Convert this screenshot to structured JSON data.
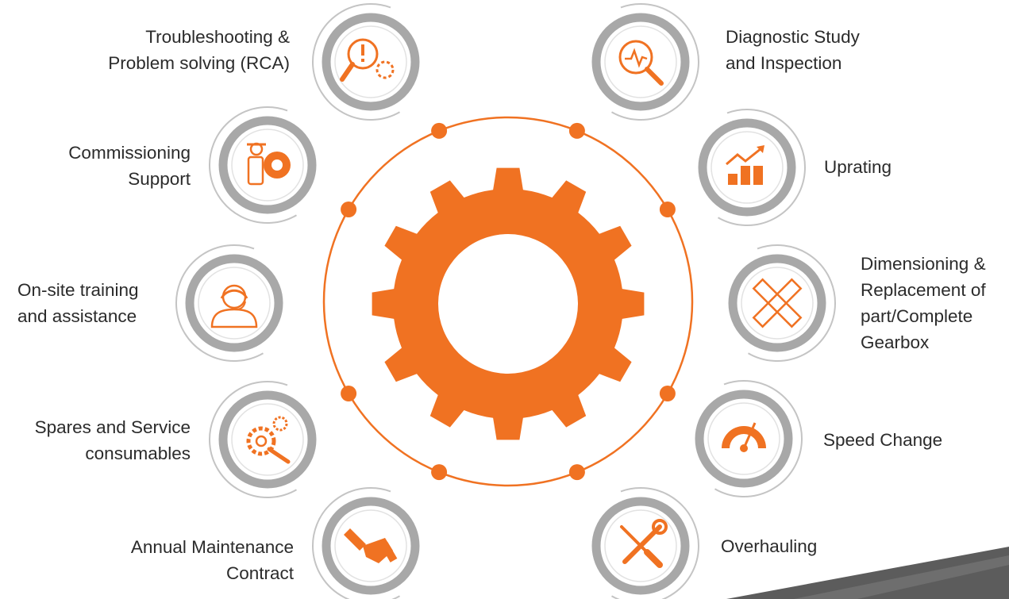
{
  "colors": {
    "accent": "#f07222",
    "ring": "#a8a8a8",
    "ring_thin": "#c4c4c4",
    "text": "#2b2b2b",
    "corner": "#5a5a5a"
  },
  "services": [
    {
      "id": "troubleshooting",
      "icon": "magnifier-alert-gear-icon",
      "lines": [
        "Troubleshooting &",
        "Problem solving (RCA)"
      ]
    },
    {
      "id": "commissioning",
      "icon": "worker-gear-icon",
      "lines": [
        "Commissioning",
        "Support"
      ]
    },
    {
      "id": "training",
      "icon": "headset-person-icon",
      "lines": [
        "On-site training",
        "and assistance"
      ]
    },
    {
      "id": "spares",
      "icon": "gears-wrench-icon",
      "lines": [
        "Spares and Service",
        "consumables"
      ]
    },
    {
      "id": "amc",
      "icon": "wrench-handshake-icon",
      "lines": [
        "Annual Maintenance",
        "Contract"
      ]
    },
    {
      "id": "diagnostic",
      "icon": "magnifier-pulse-icon",
      "lines": [
        "Diagnostic Study",
        "and Inspection"
      ]
    },
    {
      "id": "uprating",
      "icon": "growth-chart-icon",
      "lines": [
        "Uprating"
      ]
    },
    {
      "id": "dimensioning",
      "icon": "pencil-ruler-icon",
      "lines": [
        "Dimensioning &",
        "Replacement of",
        "part/Complete",
        "Gearbox"
      ]
    },
    {
      "id": "speed",
      "icon": "speedometer-icon",
      "lines": [
        "Speed Change"
      ]
    },
    {
      "id": "overhauling",
      "icon": "screwdriver-wrench-icon",
      "lines": [
        "Overhauling"
      ]
    }
  ]
}
